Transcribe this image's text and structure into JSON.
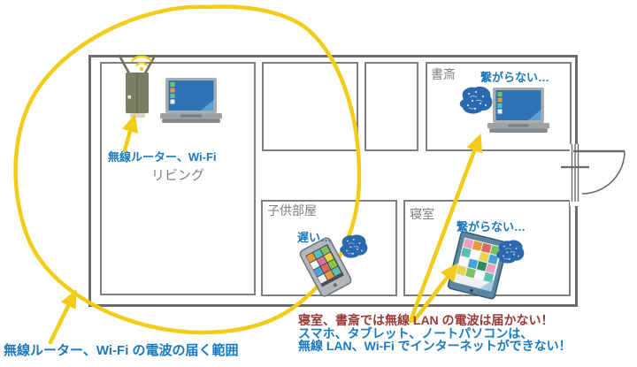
{
  "diagram_title": "home-wifi-coverage-floorplan",
  "rooms": {
    "living": {
      "label": "リビング"
    },
    "study": {
      "label": "書斎",
      "status": "繋がらない…"
    },
    "kids": {
      "label": "子供部屋",
      "status": "遅い…"
    },
    "bedroom": {
      "label": "寝室",
      "status": "繋がらない…"
    }
  },
  "annotations": {
    "router_label": "無線ルーター、Wi-Fi",
    "coverage_label": "無線ルーター、Wi-Fi の電波の届く範囲",
    "warning1": "寝室、書斎では無線 LAN の電波は届かない！",
    "warning2": "スマホ、タブレット、ノートパソコンは、",
    "warning3": "無線 LAN、Wi-Fi でインターネットができない！"
  },
  "icons": {
    "router": "wifi-router-icon",
    "wifi_signal": "wifi-signal-icon",
    "laptop_living": "laptop-icon",
    "laptop_study": "laptop-icon",
    "smartphone": "smartphone-icon",
    "tablet": "tablet-icon",
    "scribble": "frustration-scribble-icon",
    "door": "door-swing-icon",
    "coverage_oval": "wifi-coverage-oval"
  },
  "colors": {
    "accent_yellow": "#F2CC16",
    "text_blue": "#1A79C0",
    "text_dark_red": "#9B3A37",
    "wall_gray": "#6B6B6B",
    "room_border_gray": "#7E7E7E",
    "label_gray": "#7F7F7F",
    "screen_blue": "#2E74B5",
    "scribble_blue": "#2B68AE",
    "router_olive": "#7B7D64"
  }
}
